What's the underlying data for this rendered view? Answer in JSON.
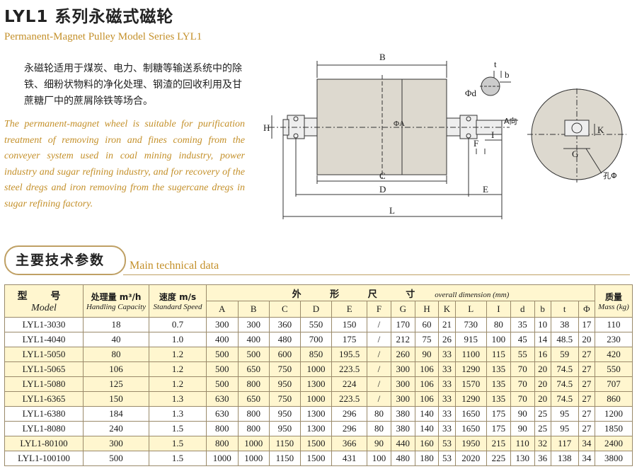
{
  "header": {
    "title": "LYL1 系列永磁式磁轮",
    "subtitle": "Permanent-Magnet Pulley Model Series LYL1"
  },
  "description": {
    "cn": "永磁轮适用于煤炭、电力、制糖等输送系统中的除铁、细粉状物料的净化处理、钢渣的回收利用及甘蔗糖厂中的蔗屑除铁等场合。",
    "en": "The permanent-magnet wheel is suitable for purification treatment of removing iron and fines coming from the conveyer system used in coal mining industry, power industry and sugar refining industry, and for recovery of the steel dregs and iron removing from the sugercane dregs in sugar refining factory."
  },
  "drawing": {
    "labels": {
      "B": "B",
      "C": "C",
      "D": "D",
      "L": "L",
      "E": "E",
      "F": "F",
      "I": "I",
      "H": "H",
      "A_dia": "ΦA",
      "d": "Φd",
      "t": "t",
      "b": "b",
      "A_dir": "A向",
      "G": "G",
      "K": "K",
      "hole": "孔Φ"
    }
  },
  "section": {
    "cn": "主要技术参数",
    "en": "Main technical data"
  },
  "table": {
    "model_cn": "型 号",
    "model_en": "Model",
    "capacity_cn": "处理量 m³/h",
    "capacity_en": "Handling Capacity",
    "speed_cn": "速度 m/s",
    "speed_en": "Standard Speed",
    "dim_cn": "外 形 尺 寸",
    "dim_en": "overall   dimension   (mm)",
    "mass_cn": "质量",
    "mass_en": "Mass (kg)",
    "columns": [
      "A",
      "B",
      "C",
      "D",
      "E",
      "F",
      "G",
      "H",
      "K",
      "L",
      "I",
      "d",
      "b",
      "t",
      "Φ"
    ],
    "rows": [
      {
        "model": "LYL1-3030",
        "cap": "18",
        "speed": "0.7",
        "dims": [
          "300",
          "300",
          "360",
          "550",
          "150",
          "/",
          "170",
          "60",
          "21",
          "730",
          "80",
          "35",
          "10",
          "38",
          "17"
        ],
        "mass": "110",
        "hl": false
      },
      {
        "model": "LYL1-4040",
        "cap": "40",
        "speed": "1.0",
        "dims": [
          "400",
          "400",
          "480",
          "700",
          "175",
          "/",
          "212",
          "75",
          "26",
          "915",
          "100",
          "45",
          "14",
          "48.5",
          "20"
        ],
        "mass": "230",
        "hl": false
      },
      {
        "model": "LYL1-5050",
        "cap": "80",
        "speed": "1.2",
        "dims": [
          "500",
          "500",
          "600",
          "850",
          "195.5",
          "/",
          "260",
          "90",
          "33",
          "1100",
          "115",
          "55",
          "16",
          "59",
          "27"
        ],
        "mass": "420",
        "hl": true
      },
      {
        "model": "LYL1-5065",
        "cap": "106",
        "speed": "1.2",
        "dims": [
          "500",
          "650",
          "750",
          "1000",
          "223.5",
          "/",
          "300",
          "106",
          "33",
          "1290",
          "135",
          "70",
          "20",
          "74.5",
          "27"
        ],
        "mass": "550",
        "hl": true
      },
      {
        "model": "LYL1-5080",
        "cap": "125",
        "speed": "1.2",
        "dims": [
          "500",
          "800",
          "950",
          "1300",
          "224",
          "/",
          "300",
          "106",
          "33",
          "1570",
          "135",
          "70",
          "20",
          "74.5",
          "27"
        ],
        "mass": "707",
        "hl": true
      },
      {
        "model": "LYL1-6365",
        "cap": "150",
        "speed": "1.3",
        "dims": [
          "630",
          "650",
          "750",
          "1000",
          "223.5",
          "/",
          "300",
          "106",
          "33",
          "1290",
          "135",
          "70",
          "20",
          "74.5",
          "27"
        ],
        "mass": "860",
        "hl": true
      },
      {
        "model": "LYL1-6380",
        "cap": "184",
        "speed": "1.3",
        "dims": [
          "630",
          "800",
          "950",
          "1300",
          "296",
          "80",
          "380",
          "140",
          "33",
          "1650",
          "175",
          "90",
          "25",
          "95",
          "27"
        ],
        "mass": "1200",
        "hl": false
      },
      {
        "model": "LYL1-8080",
        "cap": "240",
        "speed": "1.5",
        "dims": [
          "800",
          "800",
          "950",
          "1300",
          "296",
          "80",
          "380",
          "140",
          "33",
          "1650",
          "175",
          "90",
          "25",
          "95",
          "27"
        ],
        "mass": "1850",
        "hl": false
      },
      {
        "model": "LYL1-80100",
        "cap": "300",
        "speed": "1.5",
        "dims": [
          "800",
          "1000",
          "1150",
          "1500",
          "366",
          "90",
          "440",
          "160",
          "53",
          "1950",
          "215",
          "110",
          "32",
          "117",
          "34"
        ],
        "mass": "2400",
        "hl": true
      },
      {
        "model": "LYL1-100100",
        "cap": "500",
        "speed": "1.5",
        "dims": [
          "1000",
          "1000",
          "1150",
          "1500",
          "431",
          "100",
          "480",
          "180",
          "53",
          "2020",
          "225",
          "130",
          "36",
          "138",
          "34"
        ],
        "mass": "3800",
        "hl": false
      }
    ]
  }
}
